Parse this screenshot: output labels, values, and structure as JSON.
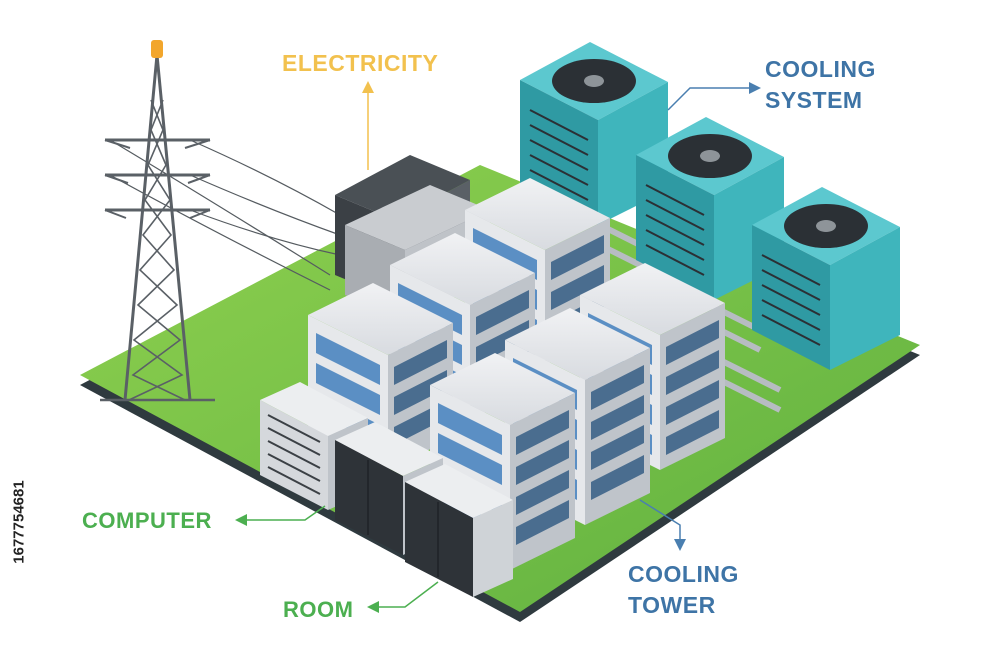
{
  "labels": {
    "electricity": "ELECTRICITY",
    "cooling_system_line1": "COOLING",
    "cooling_system_line2": "SYSTEM",
    "computer": "COMPUTER",
    "room": "ROOM",
    "cooling_tower_line1": "COOLING",
    "cooling_tower_line2": "TOWER"
  },
  "stock_id": "1677754681",
  "colors": {
    "electricity": "#F2C14E",
    "cooling": "#3E74A6",
    "computer": "#4CAF50",
    "platform_green": "#7CC243",
    "unit_teal": "#3FB5BC"
  },
  "icons": [
    "power-tower-icon",
    "fan-icon",
    "server-rack-icon",
    "arrow-icon"
  ]
}
